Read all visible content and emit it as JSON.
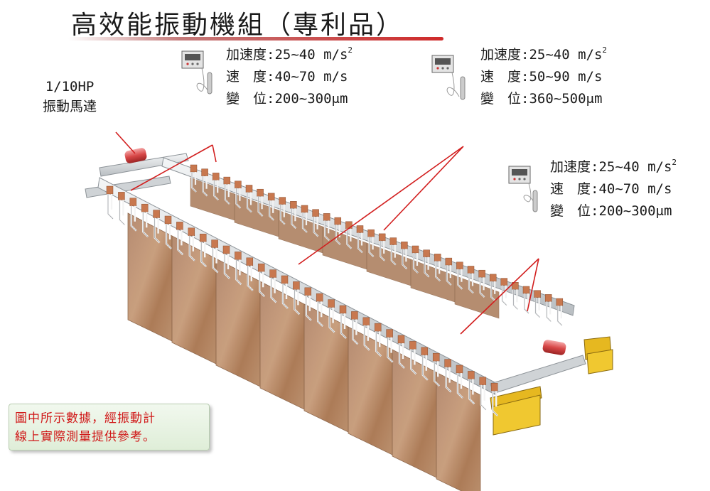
{
  "title": "高效能振動機組（專利品）",
  "motor_label": [
    "1/10HP",
    "振動馬達"
  ],
  "spec_groups": [
    {
      "accel": {
        "label": "加速度",
        "value": ":25~40 m/s",
        "exp": "2"
      },
      "speed": {
        "label": "速　度",
        "value": ":40~70 m/s"
      },
      "disp": {
        "label": "變　位",
        "value": ":200~300μm"
      }
    },
    {
      "accel": {
        "label": "加速度",
        "value": ":25~40 m/s",
        "exp": "2"
      },
      "speed": {
        "label": "速　度",
        "value": ":50~90 m/s"
      },
      "disp": {
        "label": "變　位",
        "value": ":360~500μm"
      }
    },
    {
      "accel": {
        "label": "加速度",
        "value": ":25~40 m/s",
        "exp": "2"
      },
      "speed": {
        "label": "速　度",
        "value": ":40~70 m/s"
      },
      "disp": {
        "label": "變　位",
        "value": ":200~300μm"
      }
    }
  ],
  "note": [
    "圖中所示數據，經振動計",
    "線上實際測量提供參考。"
  ],
  "colors": {
    "callout_line": "#d21e1e",
    "copper": "#c8784f",
    "frame": "#d9dde0",
    "plate": "#b58464",
    "note_text": "#d01818"
  },
  "icons": [
    "vibration-meter-icon",
    "vibration-motor-icon"
  ]
}
